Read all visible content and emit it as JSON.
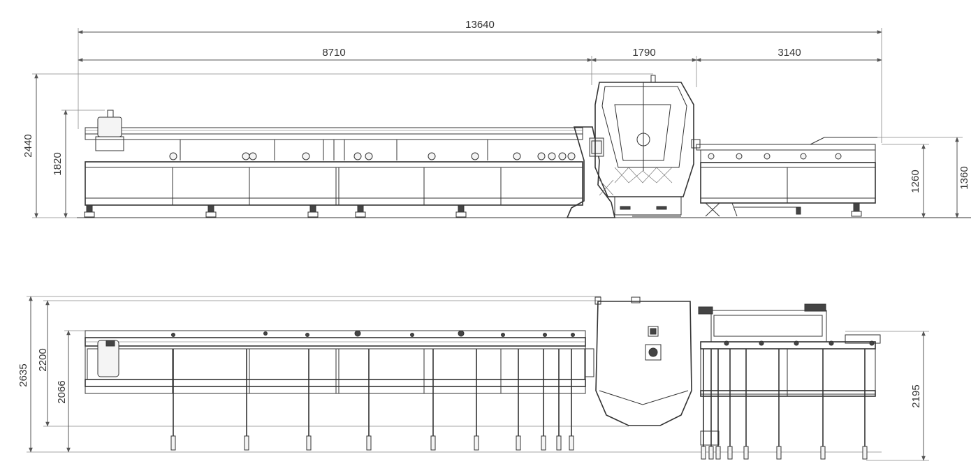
{
  "drawing": {
    "dimensions": {
      "overall_length": "13640",
      "infeed_length": "8710",
      "cutting_unit_width": "1790",
      "outfeed_length": "3140",
      "overall_height": "2440",
      "infeed_height": "1820",
      "outfeed_table_height": "1260",
      "outfeed_top_height": "1360",
      "plan_overall_depth": "2635",
      "plan_depth_a": "2200",
      "plan_depth_b": "2066",
      "plan_outfeed_depth": "2195"
    },
    "colors": {
      "line": "#333333",
      "dimension": "#555555",
      "background": "#ffffff"
    }
  }
}
